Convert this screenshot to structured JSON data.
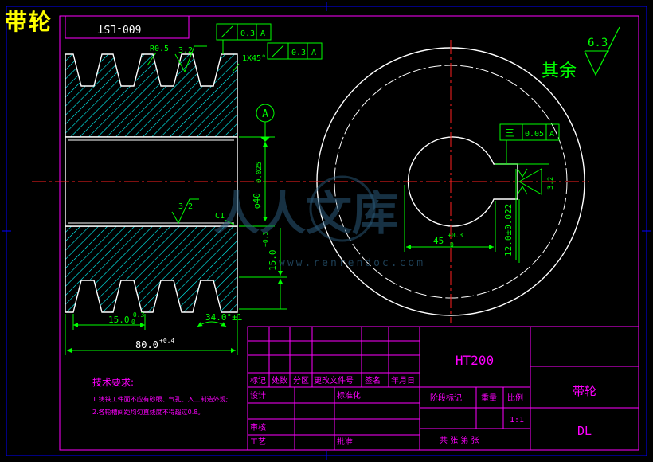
{
  "header": {
    "title": "带轮",
    "drawing_no": "600-LST"
  },
  "section_view": {
    "radius_label": "R0.5",
    "chamfer_label": "1X45°",
    "surface_marks": [
      "3.2",
      "3.2"
    ],
    "chamfer_c1": "C1",
    "dims": {
      "bore_dia": "φ40",
      "bore_tol": "0.025",
      "rim_offset": "15.0",
      "rim_offset_tol": "+0.3",
      "groove_pitch": "15.0",
      "groove_pitch_tol": "+0.3",
      "groove_angle": "34.0°±1",
      "width": "80.0",
      "width_tol": "+0.4",
      "zero": "0"
    }
  },
  "gd_t": {
    "frame1": {
      "value": "0.3",
      "datum": "A"
    },
    "frame2": {
      "value": "0.3",
      "datum": "A"
    },
    "frame3": {
      "symbol": "三",
      "value": "0.05",
      "datum": "A"
    },
    "datum_a": "A"
  },
  "end_view": {
    "keyway_width": "45",
    "keyway_width_tol": "+0.3",
    "keyway_depth": "12.0±0.022",
    "surface_mark": "3.2"
  },
  "roughness": {
    "label": "其余",
    "value": "6.3"
  },
  "notes": {
    "heading": "技术要求:",
    "items": [
      "1.铸铁工件面不应有砂眼、气孔、入工制造外观;",
      "2.各轮槽间距均匀直线度不得超过0.8。"
    ]
  },
  "title_block": {
    "material": "HT200",
    "part_name": "带轮",
    "code": "DL",
    "scale_label": "比例",
    "scale": "1:1",
    "weight_label": "重量",
    "stage_label": "阶段标记",
    "sheet_label": "共  张  第  张",
    "rev_headers": [
      "标记",
      "处数",
      "分区",
      "更改文件号",
      "签名",
      "年月日"
    ],
    "design": "设计",
    "standardize": "标准化",
    "review": "审核",
    "process": "工艺",
    "approve": "批准"
  },
  "watermark": {
    "text": "人人文库",
    "url": "www.renrendoc.com"
  },
  "colors": {
    "line": "#ffffff",
    "dimension": "#00ff00",
    "hatch": "#00ffff",
    "center": "#ff2020",
    "frame": "#ff00ff",
    "border": "#0000ff",
    "badge": "#ffff00"
  }
}
